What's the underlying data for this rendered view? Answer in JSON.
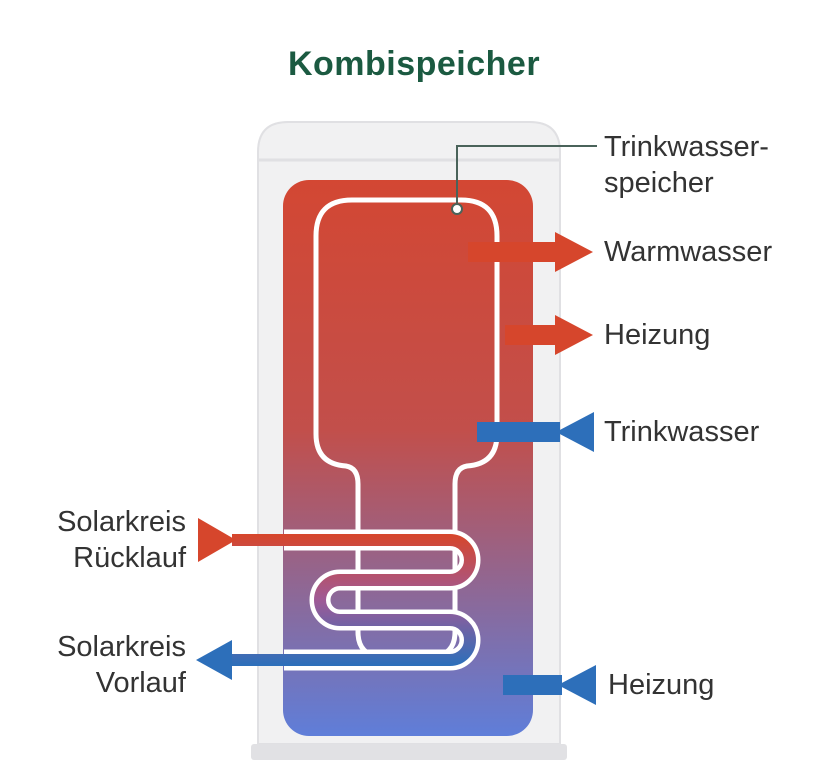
{
  "title": "Kombispeicher",
  "labels": {
    "inner_tank_line1": "Trinkwasser-",
    "inner_tank_line2": "speicher",
    "warmwasser": "Warmwasser",
    "heizung_top": "Heizung",
    "trinkwasser": "Trinkwasser",
    "solar_ruecklauf_line1": "Solarkreis",
    "solar_ruecklauf_line2": "Rücklauf",
    "solar_vorlauf_line1": "Solarkreis",
    "solar_vorlauf_line2": "Vorlauf",
    "heizung_bottom": "Heizung"
  },
  "colors": {
    "title_green": "#1b5a41",
    "label_text": "#333333",
    "hot_red": "#d6462c",
    "cold_blue": "#2d6fba",
    "gradient_top": "#d34733",
    "gradient_mid": "#c24f4b",
    "gradient_bottom": "#5f7ed9",
    "coil_mid": "#9f5a96",
    "tank_shell": "#f1f1f2",
    "tank_border": "#e0e0e3",
    "tank_base": "#e1e1e4",
    "leader": "#4a635a",
    "white": "#ffffff"
  }
}
